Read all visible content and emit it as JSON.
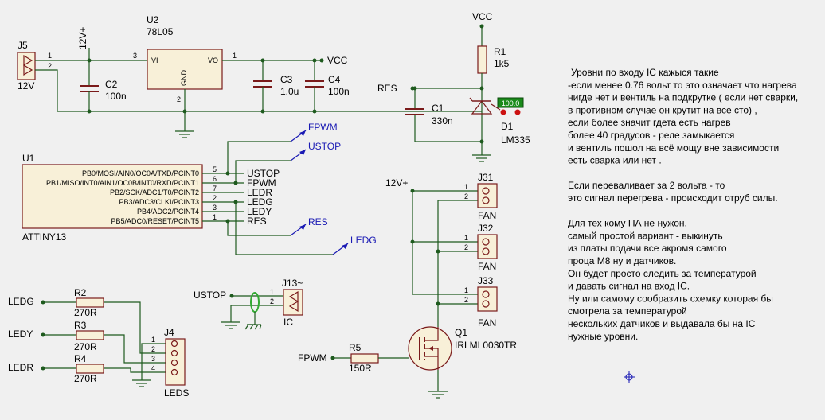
{
  "components": {
    "j5_ref": "J5",
    "j5_value": "12V",
    "j5_pin1": "1",
    "j5_pin2": "2",
    "net_12v": "12V+",
    "u2_ref": "U2",
    "u2_value": "78L05",
    "u2_vi": "VI",
    "u2_vo": "VO",
    "u2_gnd": "GND",
    "u2_pin3": "3",
    "u2_pin1": "1",
    "u2_pin2": "2",
    "c2_ref": "C2",
    "c2_value": "100n",
    "c3_ref": "C3",
    "c3_value": "1.0u",
    "c4_ref": "C4",
    "c4_value": "100n",
    "vcc": "VCC",
    "u1_ref": "U1",
    "u1_value": "ATTINY13",
    "u1_pins": [
      "PB0/MOSI/AIN0/OC0A/TXD/PCINT0",
      "PB1/MISO/INT0/AIN1/OC0B/INT0/RXD/PCINT1",
      "PB2/SCK/ADC1/T0/PCINT2",
      "PB3/ADC3/CLKI/PCINT3",
      "PB4/ADC2/PCINT4",
      "PB5/ADC0/RESET/PCINT5"
    ],
    "u1_pin_numbers": [
      "5",
      "6",
      "7",
      "2",
      "3",
      "1"
    ],
    "u1_nets": [
      "USTOP",
      "FPWM",
      "LEDR",
      "LEDG",
      "LEDY",
      "RES"
    ],
    "flags": [
      "FPWM",
      "USTOP",
      "RES",
      "LEDG"
    ],
    "r1_ref": "R1",
    "r1_value": "1k5",
    "res": "RES",
    "c1_ref": "C1",
    "c1_value": "330n",
    "d1_ref": "D1",
    "d1_value": "LM335",
    "d1_readout": "100.0",
    "fans": [
      {
        "ref": "J31",
        "label": "FAN"
      },
      {
        "ref": "J32",
        "label": "FAN"
      },
      {
        "ref": "J33",
        "label": "FAN"
      }
    ],
    "pin1": "1",
    "pin2": "2",
    "pin3": "3",
    "pin4": "4",
    "q1_ref": "Q1",
    "q1_value": "IRLML0030TR",
    "r5_ref": "R5",
    "r5_value": "150R",
    "fpwm": "FPWM",
    "ledg": "LEDG",
    "ledy": "LEDY",
    "ledr": "LEDR",
    "r2_ref": "R2",
    "r2_value": "270R",
    "r3_ref": "R3",
    "r3_value": "270R",
    "r4_ref": "R4",
    "r4_value": "270R",
    "j4_ref": "J4",
    "j4_value": "LEDS",
    "ustop": "USTOP",
    "j13_ref": "J13~",
    "j13_value": "IC"
  },
  "notes": [
    "Уровни по входу IC кажыся такие",
    "-если менее 0.76 вольт то это означает что нагрева",
    "нигде нет и вентиль на подкрутке ( если нет сварки,",
    "в противном случае он крутит на все сто) ,",
    "если более значит гдета есть нагрев",
    "более 40 градусов - реле замыкается",
    "и вентиль пошол на всё мощу вне зависимости",
    "есть сварка или нет .",
    "",
    "Если переваливает за 2 вольта - то",
    "это сигнал перегрева - происходит отруб силы.",
    "",
    "Для тех кому ПА не нужон,",
    "самый простой вариант - выкинуть",
    "из платы подачи все акромя самого",
    "проца М8 ну и датчиков.",
    "Он будет просто следить за температурой",
    "и давать сигнал на вход IC.",
    "Ну или самому сообразить схемку которая бы",
    "смотрела за температурой",
    "нескольких датчиков и выдавала бы на IC",
    "нужные уровни."
  ],
  "colors": {
    "background": "#f0f0f0",
    "wire": "#1e5a1e",
    "component": "#7a1a1a",
    "component_fill": "#f8f0d8",
    "flag_text": "#1a1ab4",
    "readout_bg": "#1a8a1a",
    "probe": "#cc1111"
  }
}
